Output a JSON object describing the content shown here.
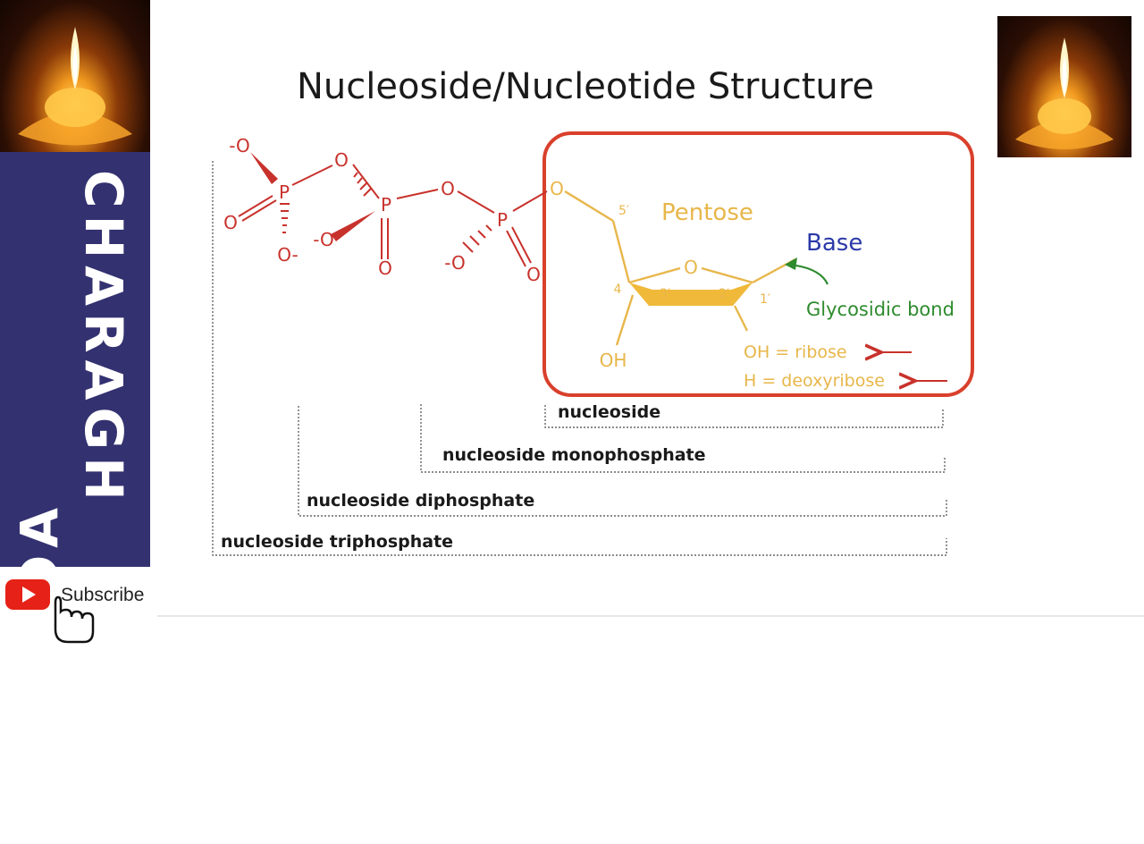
{
  "title": "Nucleoside/Nucleotide Structure",
  "channel": {
    "line1": "CHARAGH",
    "line2": "ACADEMY",
    "subscribe_label": "Subscribe"
  },
  "molecule": {
    "atoms": {
      "o_minus_top": "-O",
      "o_bridge_1": "O",
      "o_bridge_2": "O",
      "o_ester": "O",
      "o_double_1": "O",
      "o_minus_1": "O-",
      "o_minus_2": "-O",
      "o_double_2": "O",
      "o_minus_3": "-O",
      "o_double_3": "O",
      "p1": "P",
      "p2": "P",
      "p3": "P",
      "ring_o": "O",
      "oh": "OH"
    },
    "positions": {
      "c5": "5′",
      "c4": "4",
      "c3": "3′",
      "c2": "2′",
      "c1": "1′"
    },
    "pentose_label": "Pentose",
    "base_label": "Base",
    "glycosidic_label": "Glycosidic bond",
    "ribose_note": "OH = ribose",
    "deoxyribose_note": "H = deoxyribose"
  },
  "brackets": {
    "nucleoside": "nucleoside",
    "monophosphate": "nucleoside monophosphate",
    "diphosphate": "nucleoside diphosphate",
    "triphosphate": "nucleoside triphosphate"
  },
  "colors": {
    "phosphate": "#c8322c",
    "sugar": "#e8b64a",
    "base": "#2b3aa8",
    "glycosidic": "#2e8b2e",
    "highlight_box": "#d9402c",
    "sidebar": "#333170"
  }
}
